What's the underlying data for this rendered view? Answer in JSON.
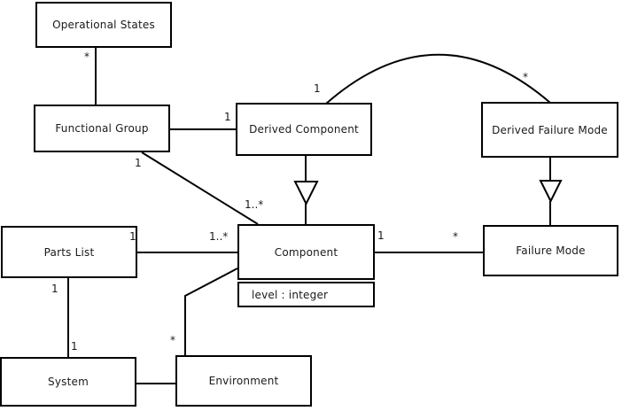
{
  "diagram": {
    "type": "uml-class-diagram",
    "background_color": "#ffffff",
    "line_color": "#000000",
    "box_fill_color": "#ffffff",
    "classes": {
      "operational_states": {
        "label": "Operational States"
      },
      "functional_group": {
        "label": "Functional Group"
      },
      "derived_component": {
        "label": "Derived Component"
      },
      "derived_failure_mode": {
        "label": "Derived Failure Mode"
      },
      "component": {
        "label": "Component",
        "attribute": "level : integer"
      },
      "failure_mode": {
        "label": "Failure Mode"
      },
      "parts_list": {
        "label": "Parts List"
      },
      "system": {
        "label": "System"
      },
      "environment": {
        "label": "Environment"
      }
    },
    "multiplicities": {
      "opstates_fg_opstates_end": "*",
      "fg_dc_dc_end": "1",
      "dc_dfm_dc_end": "1",
      "dc_dfm_dfm_end": "*",
      "fg_component_fg_end": "1",
      "fg_component_component_end": "1..*",
      "partslist_component_partslist_end": "1",
      "partslist_component_component_end": "1..*",
      "partslist_system_partslist_end": "1",
      "partslist_system_system_end": "1",
      "component_failuremode_component_end": "1",
      "component_failuremode_failuremode_end": "*",
      "environment_component_environment_end": "*"
    },
    "generalizations": [
      {
        "child": "Derived Component",
        "parent": "Component"
      },
      {
        "child": "Derived Failure Mode",
        "parent": "Failure Mode"
      }
    ],
    "associations": [
      {
        "from": "Operational States",
        "to": "Functional Group"
      },
      {
        "from": "Functional Group",
        "to": "Derived Component"
      },
      {
        "from": "Derived Component",
        "to": "Derived Failure Mode"
      },
      {
        "from": "Functional Group",
        "to": "Component"
      },
      {
        "from": "Parts List",
        "to": "Component"
      },
      {
        "from": "Parts List",
        "to": "System"
      },
      {
        "from": "Component",
        "to": "Failure Mode"
      },
      {
        "from": "Environment",
        "to": "Component"
      },
      {
        "from": "System",
        "to": "Environment"
      }
    ]
  }
}
